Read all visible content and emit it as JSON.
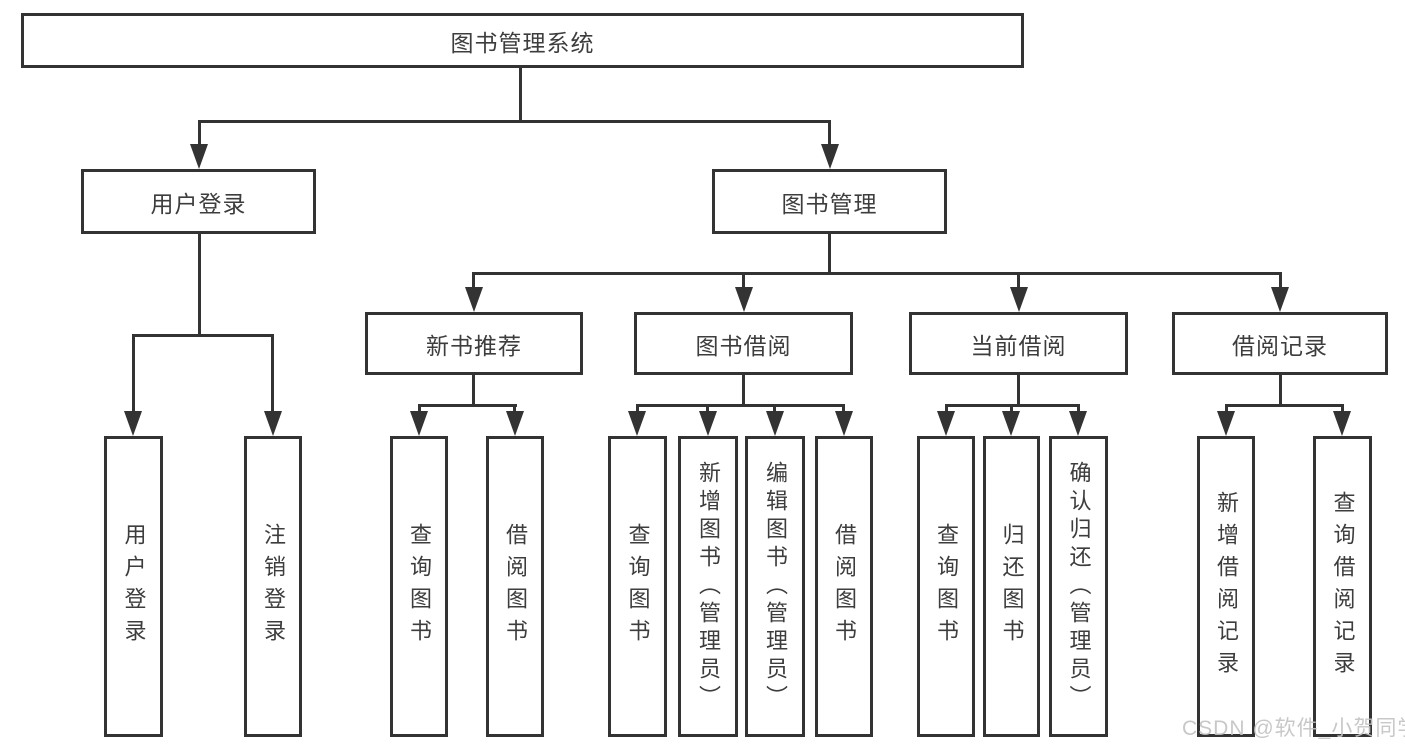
{
  "diagram": {
    "root": {
      "label": "图书管理系统"
    },
    "branches": [
      {
        "label": "用户登录",
        "children": [
          {
            "label": "用户登录"
          },
          {
            "label": "注销登录"
          }
        ]
      },
      {
        "label": "图书管理",
        "children": [
          {
            "label": "新书推荐",
            "children": [
              {
                "label": "查询图书"
              },
              {
                "label": "借阅图书"
              }
            ]
          },
          {
            "label": "图书借阅",
            "children": [
              {
                "label": "查询图书"
              },
              {
                "label": "新增图书（管理员）"
              },
              {
                "label": "编辑图书（管理员）"
              },
              {
                "label": "借阅图书"
              }
            ]
          },
          {
            "label": "当前借阅",
            "children": [
              {
                "label": "查询图书"
              },
              {
                "label": "归还图书"
              },
              {
                "label": "确认归还（管理员）"
              }
            ]
          },
          {
            "label": "借阅记录",
            "children": [
              {
                "label": "新增借阅记录"
              },
              {
                "label": "查询借阅记录"
              }
            ]
          }
        ]
      }
    ]
  },
  "watermark": {
    "text": "CSDN @软件_小贺同学"
  },
  "colors": {
    "line": "#333333",
    "text": "#3d3d3d",
    "background": "#ffffff",
    "watermark": "#c3c3c3"
  }
}
